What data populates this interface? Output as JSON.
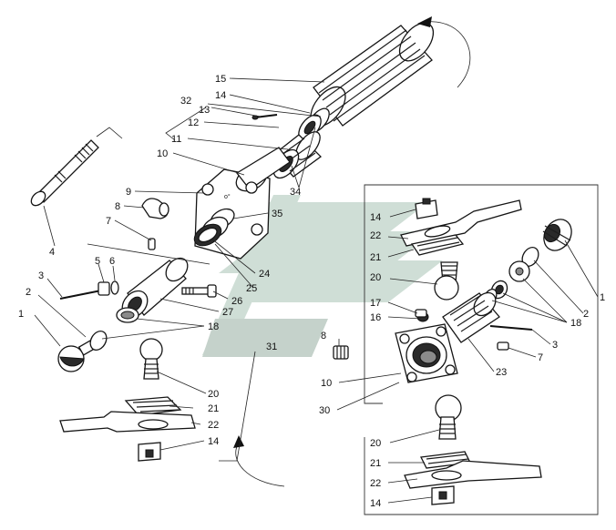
{
  "watermark": {
    "colors": [
      "#c7d9cf",
      "#b9c7c0"
    ]
  },
  "labels": {
    "l1a": "1",
    "l1b": "1",
    "l2a": "2",
    "l2b": "2",
    "l3a": "3",
    "l3b": "3",
    "l4": "4",
    "l5": "5",
    "l6": "6",
    "l7a": "7",
    "l7b": "7",
    "l8a": "8",
    "l8b": "8",
    "l9": "9",
    "l10a": "10",
    "l10b": "10",
    "l11": "11",
    "l12": "12",
    "l13": "13",
    "l14a": "14",
    "l14b": "14",
    "l14c": "14",
    "l14d": "14",
    "l15": "15",
    "l16": "16",
    "l17": "17",
    "l18a": "18",
    "l18b": "18",
    "l20a": "20",
    "l20b": "20",
    "l20c": "20",
    "l21a": "21",
    "l21b": "21",
    "l21c": "21",
    "l22a": "22",
    "l22b": "22",
    "l22c": "22",
    "l23": "23",
    "l24": "24",
    "l25": "25",
    "l26": "26",
    "l27": "27",
    "l30": "30",
    "l31": "31",
    "l32": "32",
    "l34": "34",
    "l35": "35"
  }
}
